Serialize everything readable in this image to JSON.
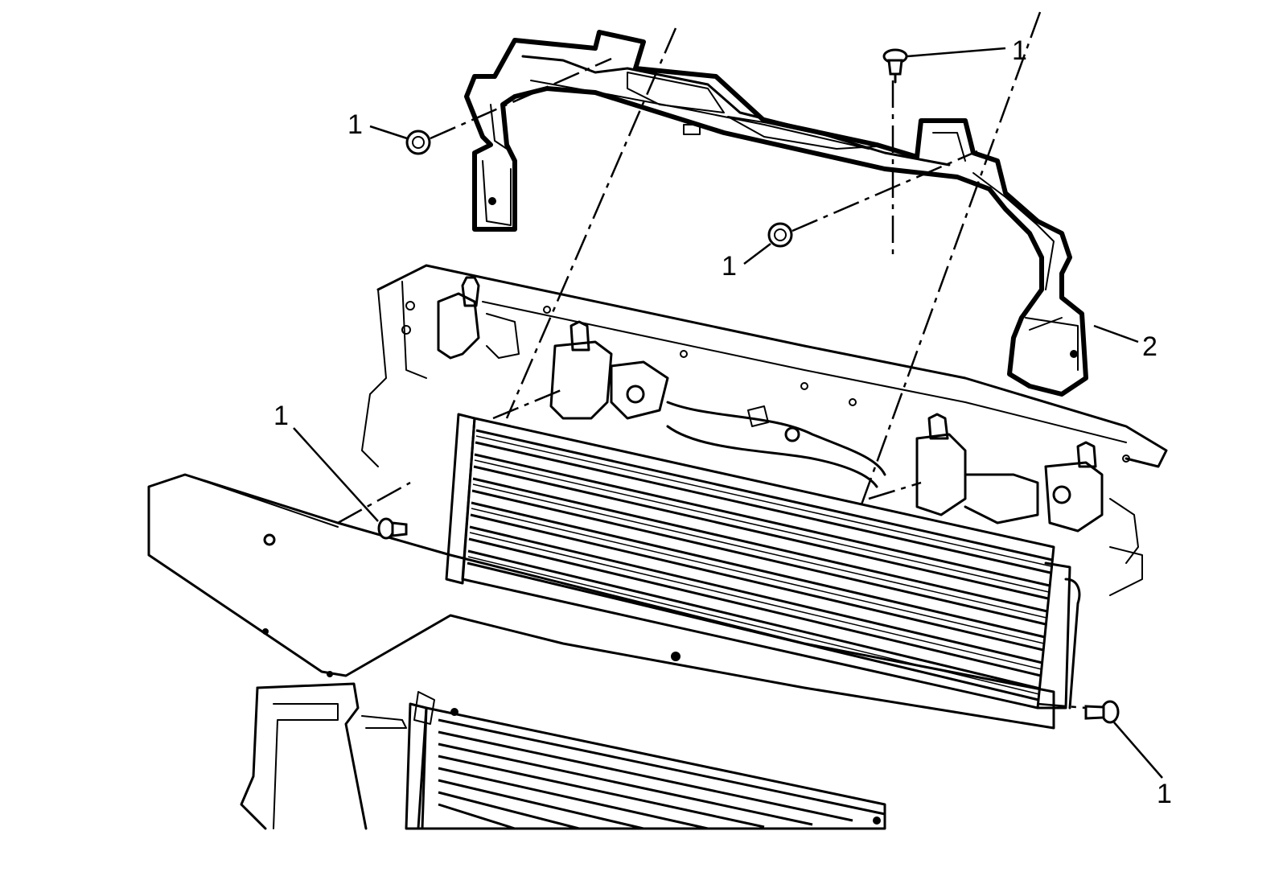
{
  "callouts": [
    {
      "id": "c1",
      "label": "1",
      "part": "fastener"
    },
    {
      "id": "c2",
      "label": "1",
      "part": "fastener"
    },
    {
      "id": "c3",
      "label": "1",
      "part": "fastener"
    },
    {
      "id": "c4",
      "label": "1",
      "part": "fastener"
    },
    {
      "id": "c5",
      "label": "1",
      "part": "fastener"
    },
    {
      "id": "c6",
      "label": "2",
      "part": "air-baffle"
    }
  ],
  "colors": {
    "ink": "#000000",
    "background": "#ffffff"
  }
}
